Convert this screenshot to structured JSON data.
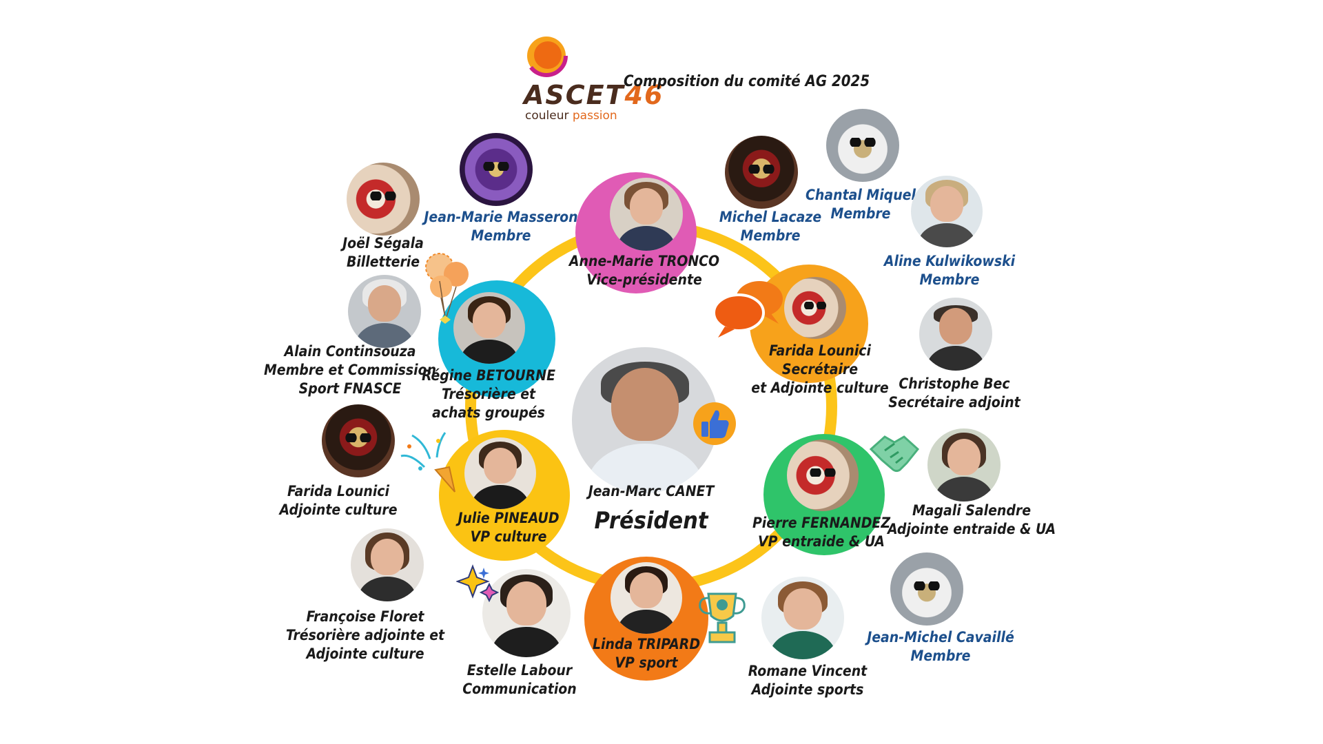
{
  "header": {
    "logo_text": "ASCET",
    "logo_number": "46",
    "tagline_word1": "couleur",
    "tagline_word2": "passion",
    "title": "Composition du comité  AG 2025"
  },
  "colors": {
    "ring": "#fcc419",
    "anne_marie": "#e05bb5",
    "regine": "#17b9d9",
    "farida_center": "#f7a21b",
    "julie": "#fbc313",
    "pierre": "#2fc46a",
    "linda": "#f27a17",
    "member_blue": "#1c4f8c"
  },
  "president": {
    "name": "Jean-Marc CANET",
    "role": "Président"
  },
  "inner_circle": [
    {
      "id": "anne-marie",
      "name": "Anne-Marie TRONCO",
      "role": "Vice-présidente"
    },
    {
      "id": "regine",
      "name": "Régine BETOURNE",
      "role": "Trésorière et",
      "role2": "achats groupés"
    },
    {
      "id": "farida-sec",
      "name": "Farida Lounici",
      "role": "Secrétaire",
      "role2": "et Adjointe culture"
    },
    {
      "id": "julie",
      "name": "Julie PINEAUD",
      "role": "VP culture"
    },
    {
      "id": "pierre",
      "name": "Pierre FERNANDEZ",
      "role": "VP entraide & UA"
    },
    {
      "id": "linda",
      "name": "Linda TRIPARD",
      "role": "VP sport"
    }
  ],
  "outer_members": [
    {
      "id": "jean-marie",
      "name": "Jean-Marie Masseron",
      "role": "Membre"
    },
    {
      "id": "michel",
      "name": "Michel Lacaze",
      "role": "Membre"
    },
    {
      "id": "chantal",
      "name": "Chantal Miquel",
      "role": "Membre"
    },
    {
      "id": "aline",
      "name": "Aline Kulwikowski",
      "role": "Membre"
    },
    {
      "id": "joel",
      "name": "Joël Ségala",
      "role": "Billetterie"
    },
    {
      "id": "alain",
      "name": "Alain Continsouza",
      "role": "Membre et Commission",
      "role2": "Sport FNASCE"
    },
    {
      "id": "christophe",
      "name": "Christophe Bec",
      "role": "Secrétaire adjoint"
    },
    {
      "id": "farida-adj",
      "name": "Farida Lounici",
      "role": "Adjointe culture"
    },
    {
      "id": "magali",
      "name": "Magali Salendre",
      "role": "Adjointe entraide & UA"
    },
    {
      "id": "francoise",
      "name": "Françoise Floret",
      "role": "Trésorière adjointe et",
      "role2": "Adjointe culture"
    },
    {
      "id": "jean-michel",
      "name": "Jean-Michel Cavaillé",
      "role": "Membre"
    },
    {
      "id": "estelle",
      "name": "Estelle Labour",
      "role": "Communication"
    },
    {
      "id": "romane",
      "name": "Romane Vincent",
      "role": "Adjointe sports"
    }
  ],
  "icons": [
    "speech-bubbles-icon",
    "thumbs-up-icon",
    "handshake-icon",
    "trophy-icon",
    "balloons-icon",
    "party-popper-icon",
    "sparkles-icon"
  ]
}
